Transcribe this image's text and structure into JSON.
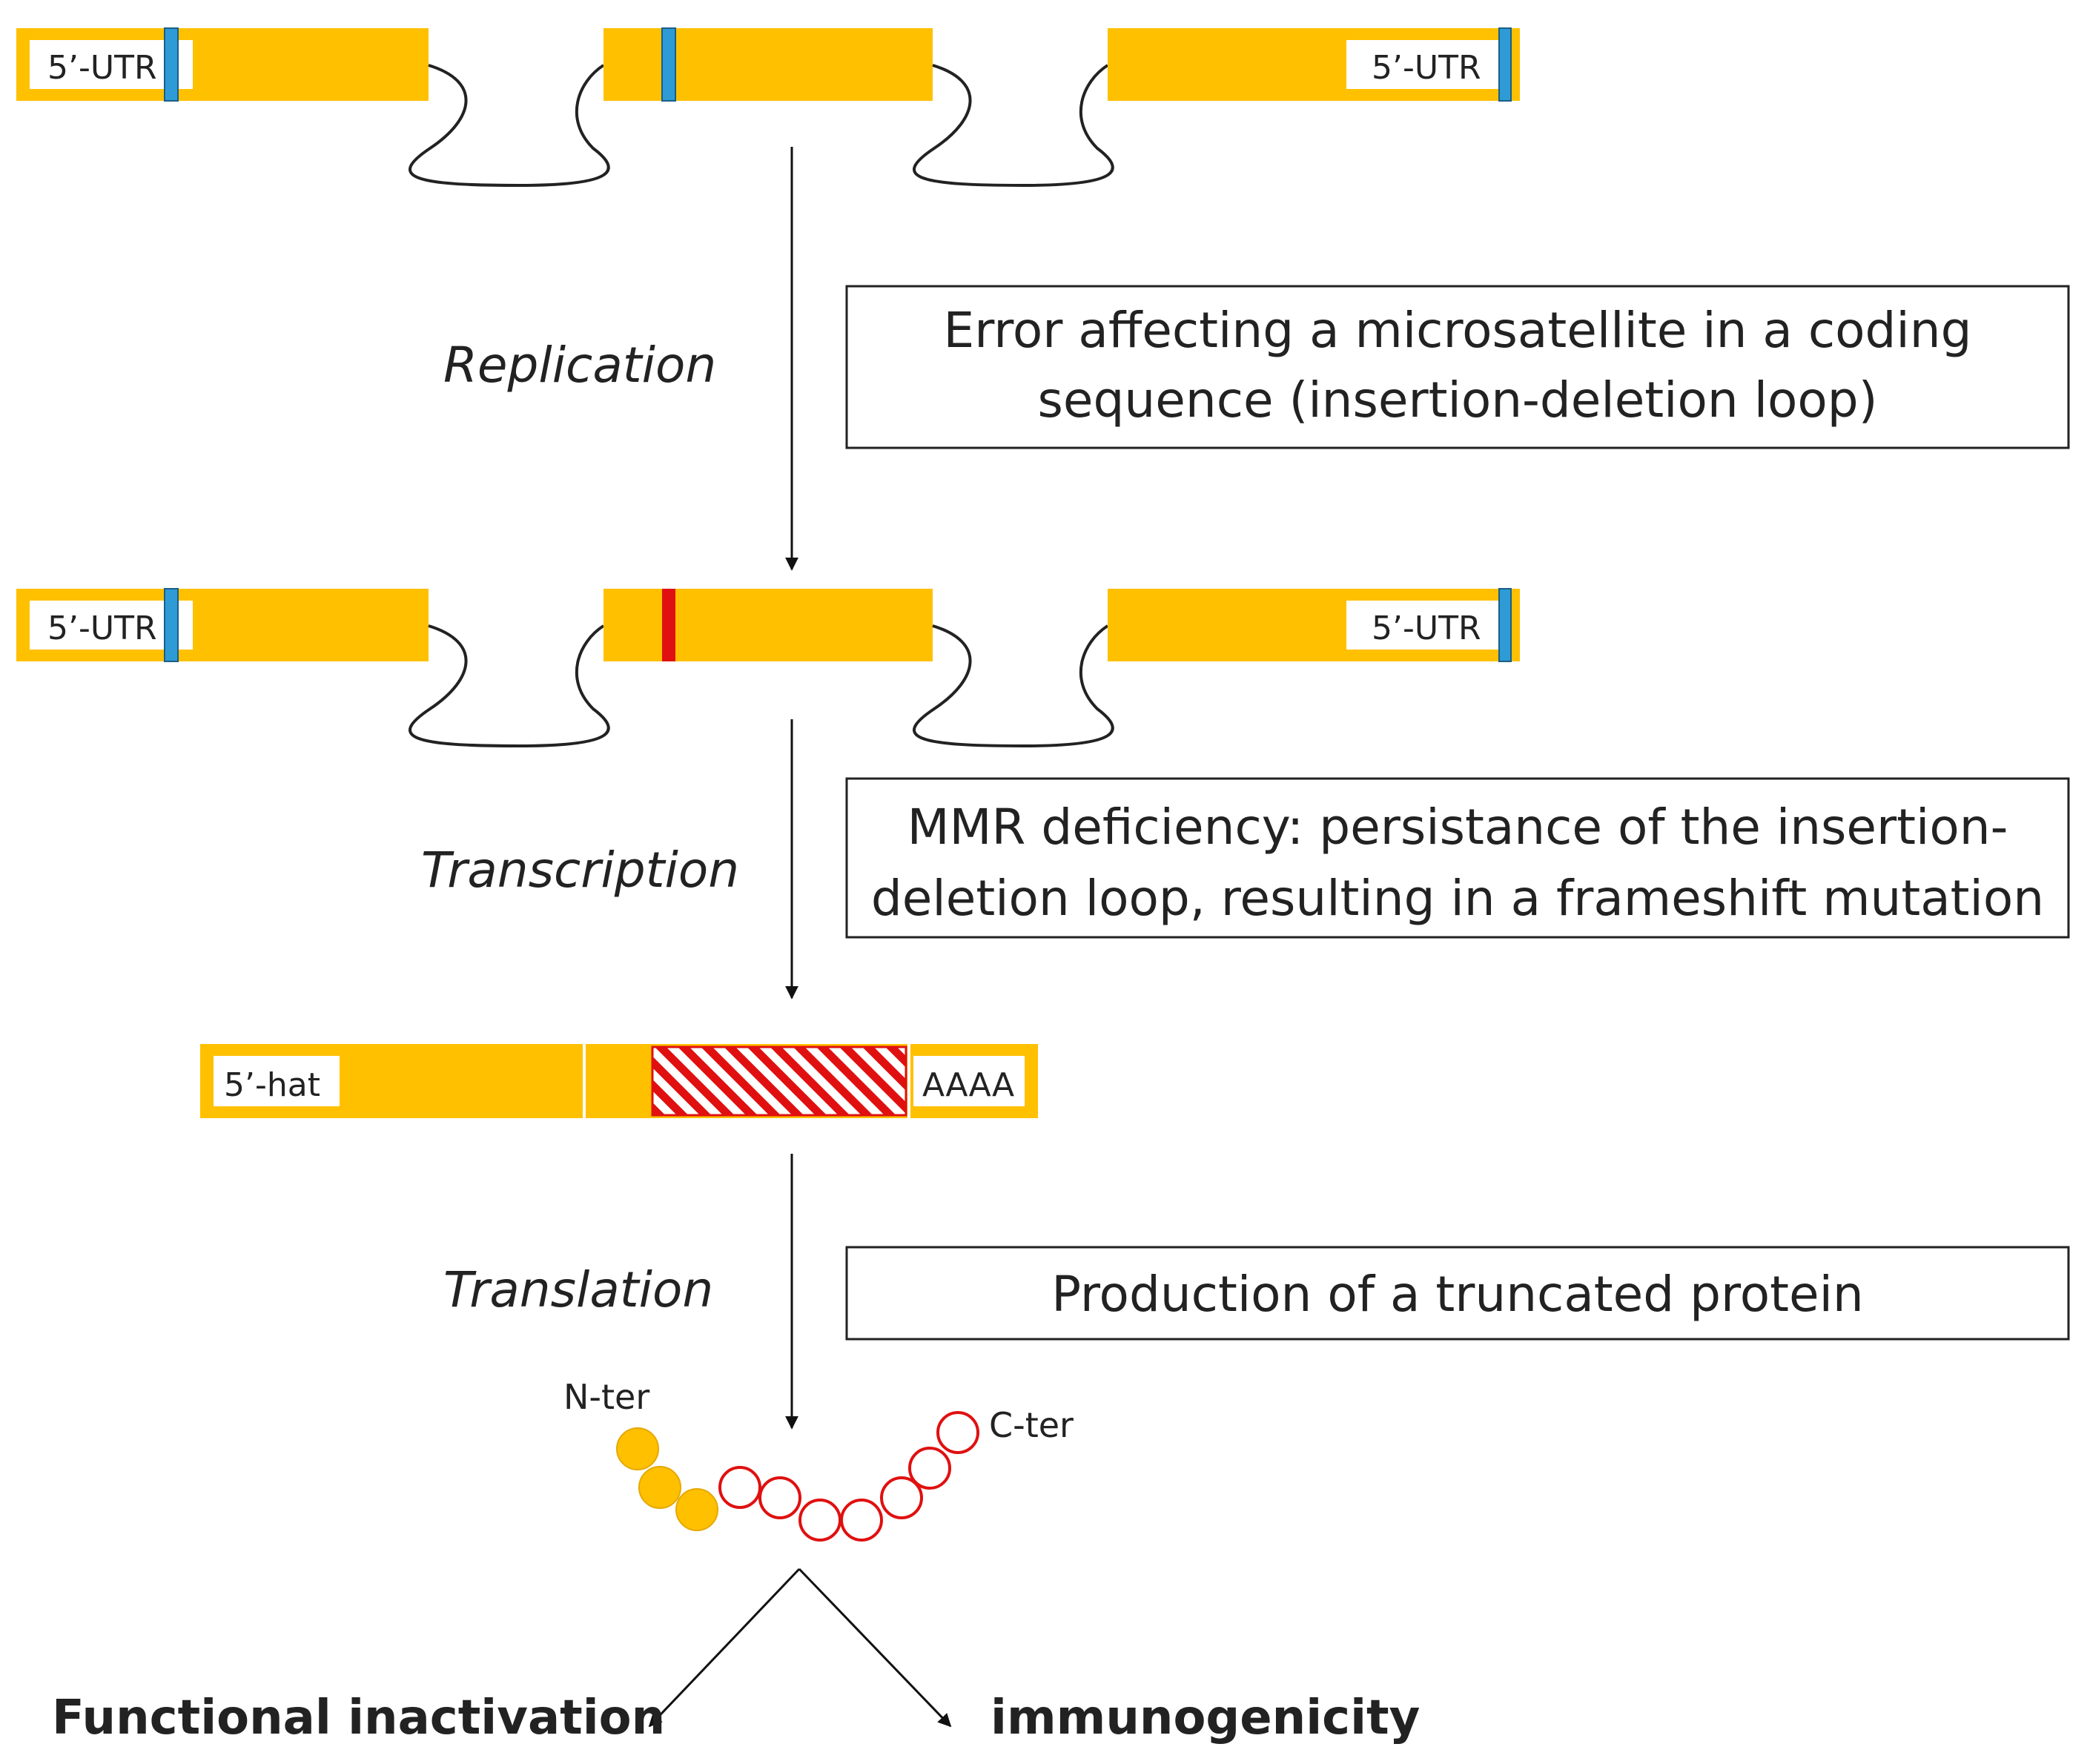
{
  "colors": {
    "exon": "#FFC000",
    "utr_box": "#FFFFFF",
    "microsatellite_normal": "#2E9BD6",
    "microsatellite_mutated": "#E01010",
    "mutated_region_hatch": "#E01010",
    "intron_line": "#222222",
    "arrow": "#111111"
  },
  "gene_normal": {
    "exon1_label": "5’-UTR",
    "exon3_label": "5’-UTR"
  },
  "gene_mutated": {
    "exon1_label": "5’-UTR",
    "exon3_label": "5’-UTR"
  },
  "mrna": {
    "cap_label": "5’-hat",
    "polya_label": "AAAA"
  },
  "steps": {
    "replication": "Replication",
    "transcription": "Transcription",
    "translation": "Translation"
  },
  "notes": {
    "replication_line1": "Error affecting a microsatellite in a coding",
    "replication_line2": "sequence (insertion-deletion loop)",
    "transcription_line1": "MMR deficiency: persistance of the insertion-",
    "transcription_line2": "deletion loop, resulting in a frameshift mutation",
    "translation_line1": "Production of a truncated protein"
  },
  "protein": {
    "n_term_label": "N-ter",
    "c_term_label": "C-ter",
    "normal_residue_count": 3,
    "frameshift_residue_count": 7
  },
  "outcomes": {
    "left": "Functional inactivation",
    "right": "immunogenicity"
  }
}
